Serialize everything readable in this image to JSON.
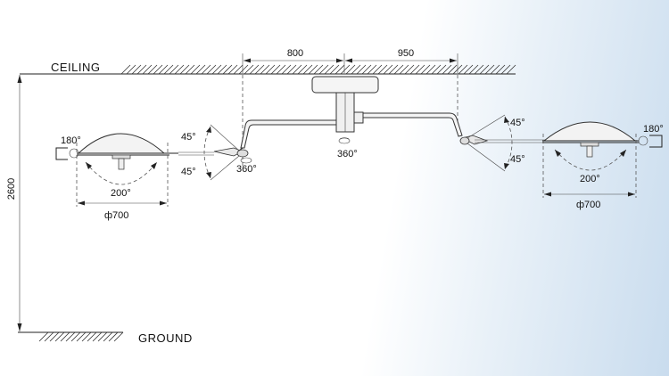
{
  "labels": {
    "ceiling": "CEILING",
    "ground": "GROUND",
    "height": "2600",
    "dim_left_arm": "800",
    "dim_right_arm": "950",
    "left_rotation_end": "180°",
    "left_tilt_top": "45°",
    "left_tilt_bottom": "45°",
    "left_joint_rotation": "360°",
    "left_head_swing": "200°",
    "left_diameter": "ф700",
    "center_rotation": "360°",
    "right_tilt_top": "45°",
    "right_tilt_bottom": "45°",
    "right_rotation_end": "180°",
    "right_head_swing": "200°",
    "right_diameter": "ф700"
  },
  "colors": {
    "line": "#222222",
    "background_gradient_end": "#c9dcee"
  }
}
